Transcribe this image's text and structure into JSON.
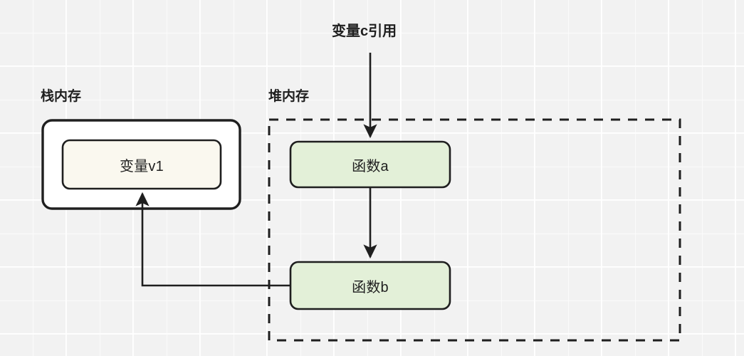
{
  "diagram": {
    "title": "",
    "background": {
      "grid": true,
      "grid_color": "#fbfbfb",
      "page_color": "#f2f2f2"
    },
    "regions": [
      {
        "id": "stack",
        "label": "栈内存",
        "border_style": "solid",
        "fill": "#ffffff",
        "stroke": "#1f1f1f"
      },
      {
        "id": "heap",
        "label": "堆内存",
        "border_style": "dashed",
        "fill": "none",
        "stroke": "#1f1f1f"
      }
    ],
    "nodes": [
      {
        "id": "stack-var",
        "label": "变量v1",
        "fill": "#faf8ef",
        "stroke": "#1f1f1f",
        "region": "stack"
      },
      {
        "id": "func-a",
        "label": "函数a",
        "fill": "#e3f0d8",
        "stroke": "#1f1f1f",
        "region": "heap"
      },
      {
        "id": "func-b",
        "label": "函数b",
        "fill": "#e3f0d8",
        "stroke": "#1f1f1f",
        "region": "heap"
      }
    ],
    "annotations": [
      {
        "id": "ref-c",
        "label": "变量c引用",
        "points_to": "func-a"
      }
    ],
    "edges": [
      {
        "id": "edge-ref-to-a",
        "from": "变量c引用",
        "to": "函数a",
        "label": ""
      },
      {
        "id": "edge-a-to-b",
        "from": "函数a",
        "to": "函数b",
        "label": ""
      },
      {
        "id": "edge-b-to-var",
        "from": "函数b",
        "to": "变量v1",
        "label": ""
      }
    ]
  }
}
